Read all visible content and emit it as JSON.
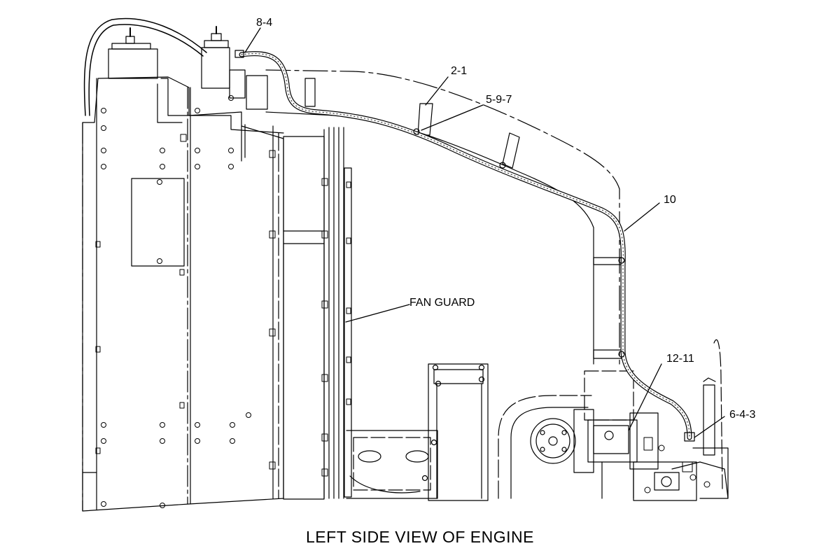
{
  "callouts": {
    "c_8_4": "8-4",
    "c_2_1": "2-1",
    "c_5_9_7": "5-9-7",
    "c_10": "10",
    "c_fan_guard": "FAN GUARD",
    "c_12_11": "12-11",
    "c_6_4_3": "6-4-3"
  },
  "caption": "LEFT SIDE VIEW OF ENGINE",
  "colors": {
    "ink": "#000000",
    "paper": "#ffffff",
    "hatch": "#555555"
  }
}
